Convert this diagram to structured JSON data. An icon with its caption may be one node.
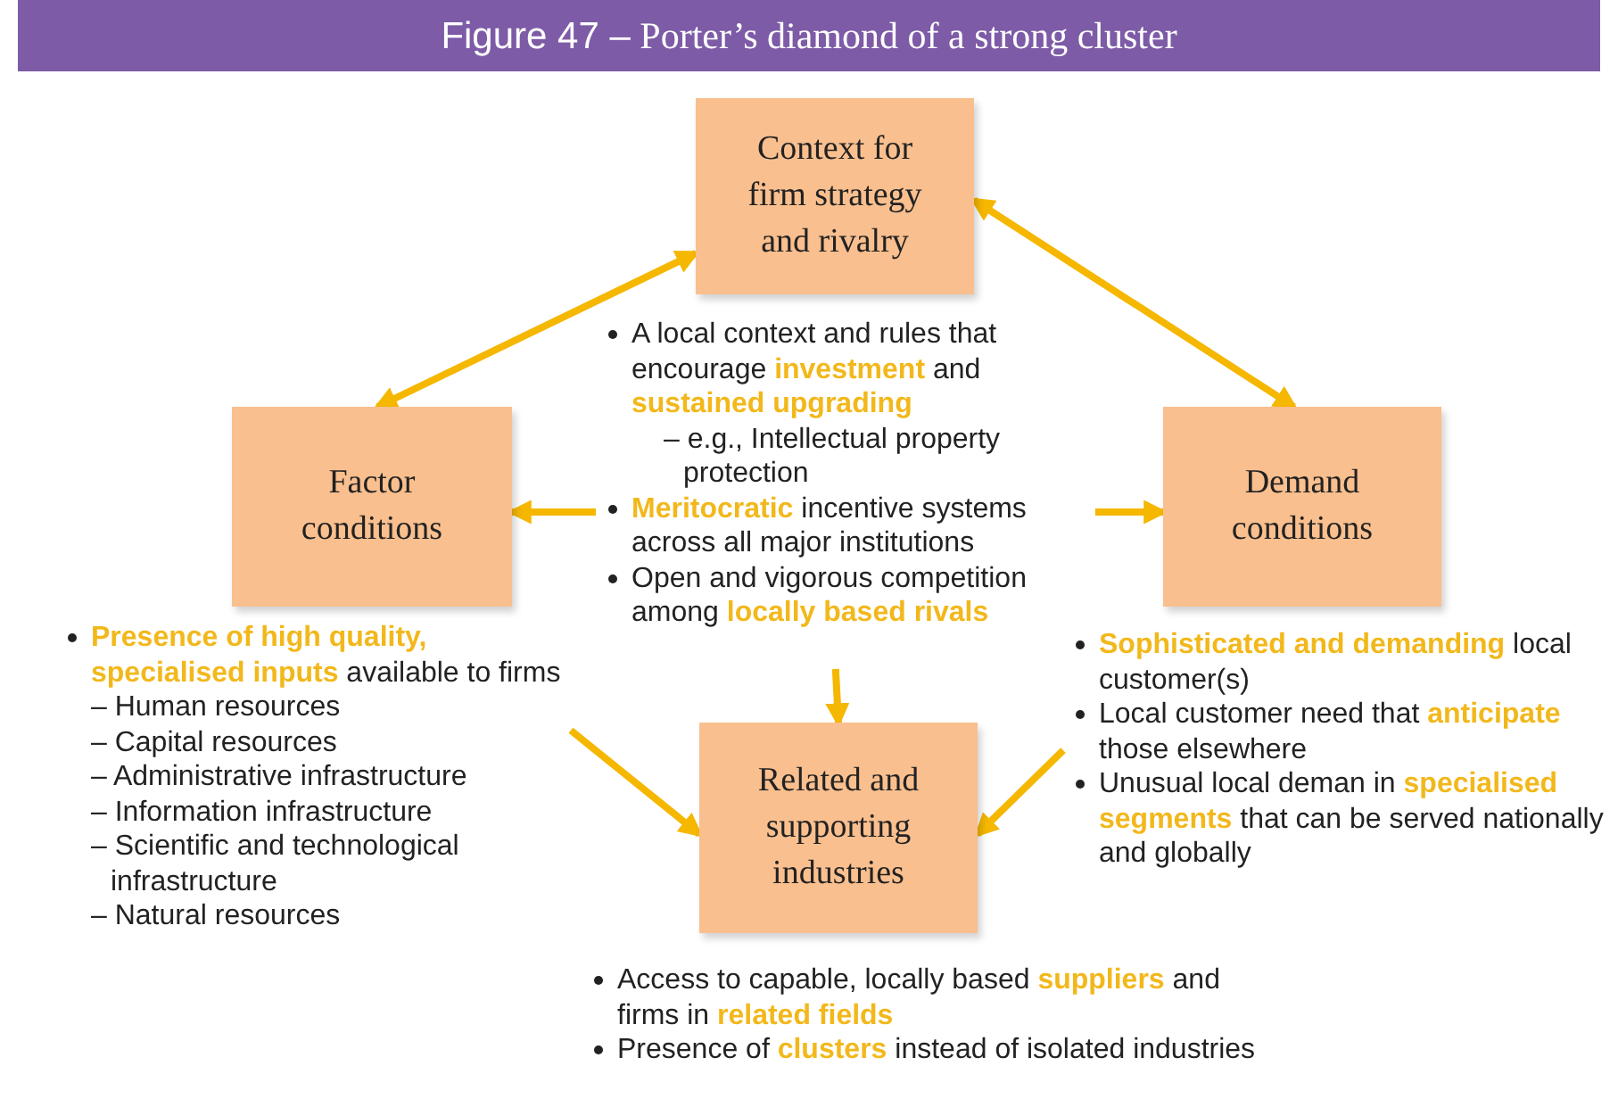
{
  "diagram": {
    "title": "**Figure 47 –** Porter’s diamond of a strong cluster",
    "nodes": [
      {
        "text": [
          "Context for firm strategy and rivalry"
        ]
      },
      {
        "text": [
          "Factor conditions"
        ]
      },
      {
        "text": [
          "Demand conditions"
        ]
      },
      {
        "text": [
          "Related and supporting industries"
        ],
        "beside": [
          "Access to capable, locally based **suppliers** and firms in **related fields**",
          "Presence of **clusters** instead of isolated industries"
        ]
      },
      {
        "text": [
          "A local context and rules that encourage **investment** and **sustained upgrading**",
          "– e.g., Intellectual property protection",
          "**Meritocratic** incentive systems across all major institutions",
          "Open and vigorous competition among **locally based rivals**"
        ]
      },
      {
        "text": [
          "**Presence of high quality, specialised inputs** available to firms",
          "– Human resources",
          "– Capital resources",
          "– Administrative infrastructure",
          "– Information infrastructure",
          "– Scientific and technological infrastructure",
          "– Natural resources"
        ]
      },
      {
        "text": [
          "**Sophisticated and demanding** local customer(s)",
          "Local customer need that **anticipate** those elsewhere",
          "Unusual local deman in **specialised segments** that can be served nationally and globally"
        ]
      }
    ],
    "edges": [
      {
        "from": 0,
        "to": 1,
        "arrow": "both"
      },
      {
        "from": 0,
        "to": 2,
        "arrow": "both"
      },
      {
        "from": 4,
        "to": 1,
        "arrow": "to"
      },
      {
        "from": 4,
        "to": 2,
        "arrow": "to"
      },
      {
        "from": 4,
        "to": 3,
        "arrow": "to"
      },
      {
        "from": 5,
        "to": 3,
        "arrow": "to"
      },
      {
        "from": 6,
        "to": 3,
        "arrow": "to"
      }
    ]
  }
}
